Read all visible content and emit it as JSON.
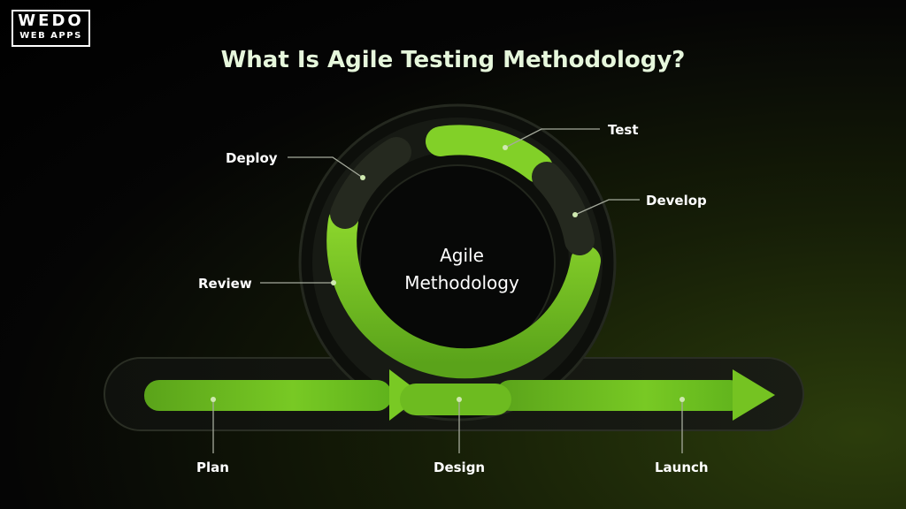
{
  "brand": {
    "line1": "WEDO",
    "line2": "WEB APPS"
  },
  "title": "What Is Agile Testing Methodology?",
  "center": {
    "line1": "Agile",
    "line2": "Methodology"
  },
  "stages": {
    "test": "Test",
    "deploy": "Deploy",
    "develop": "Develop",
    "review": "Review",
    "plan": "Plan",
    "design": "Design",
    "launch": "Launch"
  },
  "colors": {
    "accent_green": "#7ed321",
    "dark_segment": "#1e2219",
    "background": "#000000",
    "title_text": "#e6f7dc"
  }
}
